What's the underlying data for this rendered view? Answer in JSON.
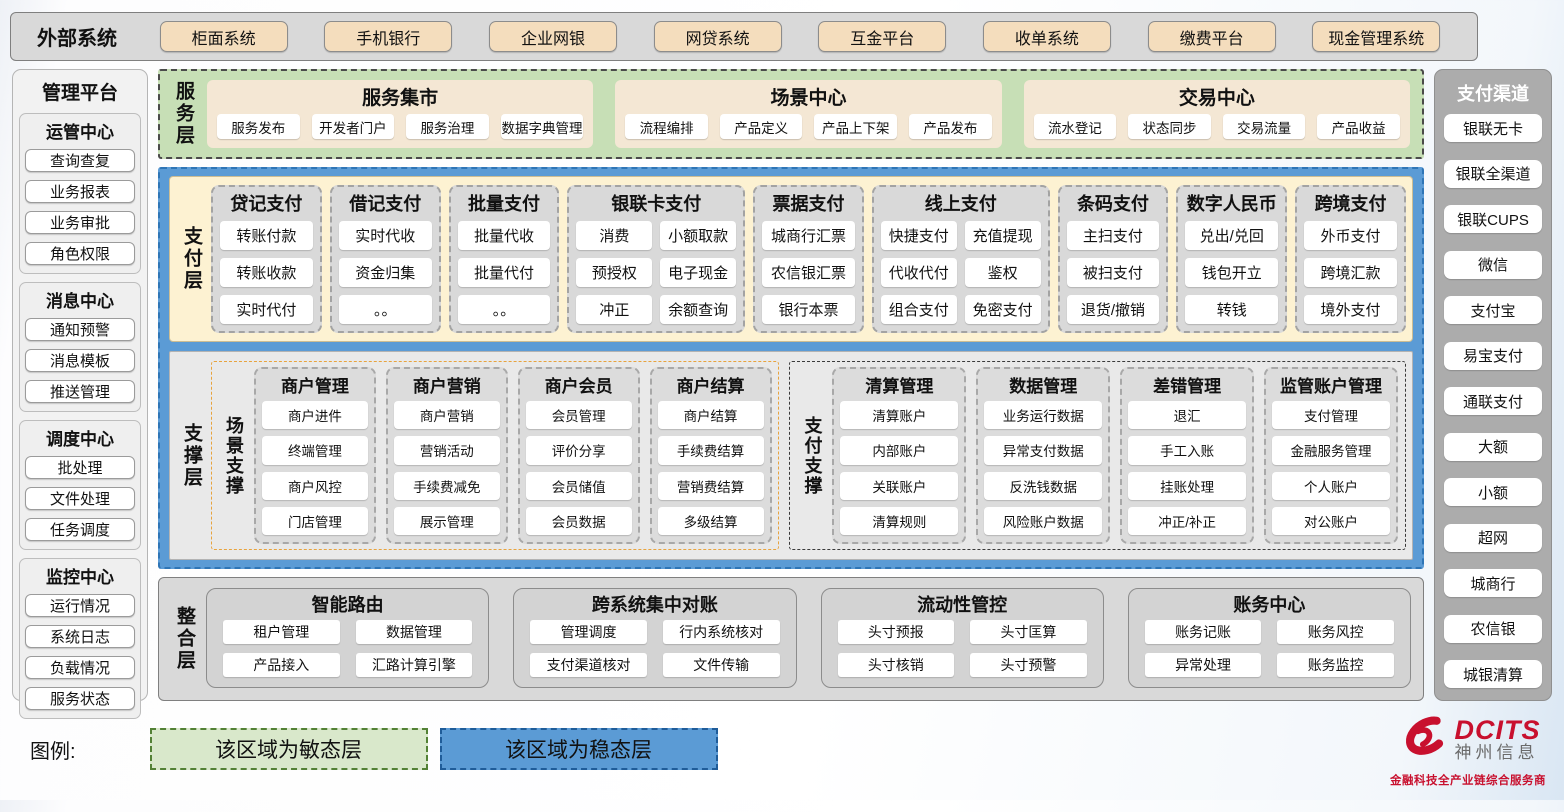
{
  "external_systems": {
    "label": "外部系统",
    "items": [
      "柜面系统",
      "手机银行",
      "企业网银",
      "网贷系统",
      "互金平台",
      "收单系统",
      "缴费平台",
      "现金管理系统"
    ]
  },
  "management_platform": {
    "title": "管理平台",
    "sections": [
      {
        "title": "运管中心",
        "items": [
          "查询查复",
          "业务报表",
          "业务审批",
          "角色权限"
        ]
      },
      {
        "title": "消息中心",
        "items": [
          "通知预警",
          "消息模板",
          "推送管理"
        ]
      },
      {
        "title": "调度中心",
        "items": [
          "批处理",
          "文件处理",
          "任务调度"
        ]
      },
      {
        "title": "监控中心",
        "items": [
          "运行情况",
          "系统日志",
          "负载情况",
          "服务状态"
        ]
      }
    ]
  },
  "service_layer": {
    "label": "服务层",
    "groups": [
      {
        "title": "服务集市",
        "items": [
          "服务发布",
          "开发者门户",
          "服务治理",
          "数据字典管理"
        ]
      },
      {
        "title": "场景中心",
        "items": [
          "流程编排",
          "产品定义",
          "产品上下架",
          "产品发布"
        ]
      },
      {
        "title": "交易中心",
        "items": [
          "流水登记",
          "状态同步",
          "交易流量",
          "产品收益"
        ]
      }
    ]
  },
  "payment_layer": {
    "label": "支付层",
    "columns": [
      {
        "title": "贷记支付",
        "cols": "1",
        "items": [
          "转账付款",
          "转账收款",
          "实时代付"
        ]
      },
      {
        "title": "借记支付",
        "cols": "1",
        "items": [
          "实时代收",
          "资金归集",
          "。。"
        ]
      },
      {
        "title": "批量支付",
        "cols": "1",
        "items": [
          "批量代收",
          "批量代付",
          "。。"
        ]
      },
      {
        "title": "银联卡支付",
        "cols": "2",
        "items": [
          "消费",
          "小额取款",
          "预授权",
          "电子现金",
          "冲正",
          "余额查询"
        ]
      },
      {
        "title": "票据支付",
        "cols": "1",
        "items": [
          "城商行汇票",
          "农信银汇票",
          "银行本票"
        ]
      },
      {
        "title": "线上支付",
        "cols": "2",
        "items": [
          "快捷支付",
          "充值提现",
          "代收代付",
          "鉴权",
          "组合支付",
          "免密支付"
        ]
      },
      {
        "title": "条码支付",
        "cols": "1",
        "items": [
          "主扫支付",
          "被扫支付",
          "退货/撤销"
        ]
      },
      {
        "title": "数字人民币",
        "cols": "1",
        "items": [
          "兑出/兑回",
          "钱包开立",
          "转钱"
        ]
      },
      {
        "title": "跨境支付",
        "cols": "1",
        "items": [
          "外币支付",
          "跨境汇款",
          "境外支付"
        ]
      }
    ]
  },
  "support_layer": {
    "label": "支撑层",
    "groups": [
      {
        "label": "场景支撑",
        "accent": "orange",
        "columns": [
          {
            "title": "商户管理",
            "items": [
              "商户进件",
              "终端管理",
              "商户风控",
              "门店管理"
            ]
          },
          {
            "title": "商户营销",
            "items": [
              "商户营销",
              "营销活动",
              "手续费减免",
              "展示管理"
            ]
          },
          {
            "title": "商户会员",
            "items": [
              "会员管理",
              "评价分享",
              "会员储值",
              "会员数据"
            ]
          },
          {
            "title": "商户结算",
            "items": [
              "商户结算",
              "手续费结算",
              "营销费结算",
              "多级结算"
            ]
          }
        ]
      },
      {
        "label": "支付支撑",
        "accent": "dark",
        "columns": [
          {
            "title": "清算管理",
            "items": [
              "清算账户",
              "内部账户",
              "关联账户",
              "清算规则"
            ]
          },
          {
            "title": "数据管理",
            "items": [
              "业务运行数据",
              "异常支付数据",
              "反洗钱数据",
              "风险账户数据"
            ]
          },
          {
            "title": "差错管理",
            "items": [
              "退汇",
              "手工入账",
              "挂账处理",
              "冲正/补正"
            ]
          },
          {
            "title": "监管账户管理",
            "items": [
              "支付管理",
              "金融服务管理",
              "个人账户",
              "对公账户"
            ]
          }
        ]
      }
    ]
  },
  "integration_layer": {
    "label": "整合层",
    "groups": [
      {
        "title": "智能路由",
        "items": [
          "租户管理",
          "数据管理",
          "产品接入",
          "汇路计算引擎"
        ]
      },
      {
        "title": "跨系统集中对账",
        "items": [
          "管理调度",
          "行内系统核对",
          "支付渠道核对",
          "文件传输"
        ]
      },
      {
        "title": "流动性管控",
        "items": [
          "头寸预报",
          "头寸匡算",
          "头寸核销",
          "头寸预警"
        ]
      },
      {
        "title": "账务中心",
        "items": [
          "账务记账",
          "账务风控",
          "异常处理",
          "账务监控"
        ]
      }
    ]
  },
  "payment_channels": {
    "title": "支付渠道",
    "items": [
      "银联无卡",
      "银联全渠道",
      "银联CUPS",
      "微信",
      "支付宝",
      "易宝支付",
      "通联支付",
      "大额",
      "小额",
      "超网",
      "城商行",
      "农信银",
      "城银清算"
    ]
  },
  "legend": {
    "label": "图例:",
    "items": [
      {
        "text": "该区域为敏态层",
        "type": "agile"
      },
      {
        "text": "该区域为稳态层",
        "type": "stable"
      }
    ]
  },
  "logo": {
    "name": "DCITS",
    "cn": "神州信息",
    "tagline": "金融科技全产业链综合服务商"
  },
  "colors": {
    "tan_button": "#f4ddbd",
    "panel_gray": "#d9d9d9",
    "service_green": "#c7dfb6",
    "service_tan": "#f4e7d4",
    "payment_cream": "#fdf2d2",
    "stable_blue": "#5b9bd5",
    "stable_blue_border": "#2e75b6",
    "support_bg": "#e9e9e9",
    "scene_orange": "#e8a33d",
    "agile_green_fill": "#d9e8cb",
    "agile_green_border": "#538135",
    "brand_red": "#c8102e"
  }
}
